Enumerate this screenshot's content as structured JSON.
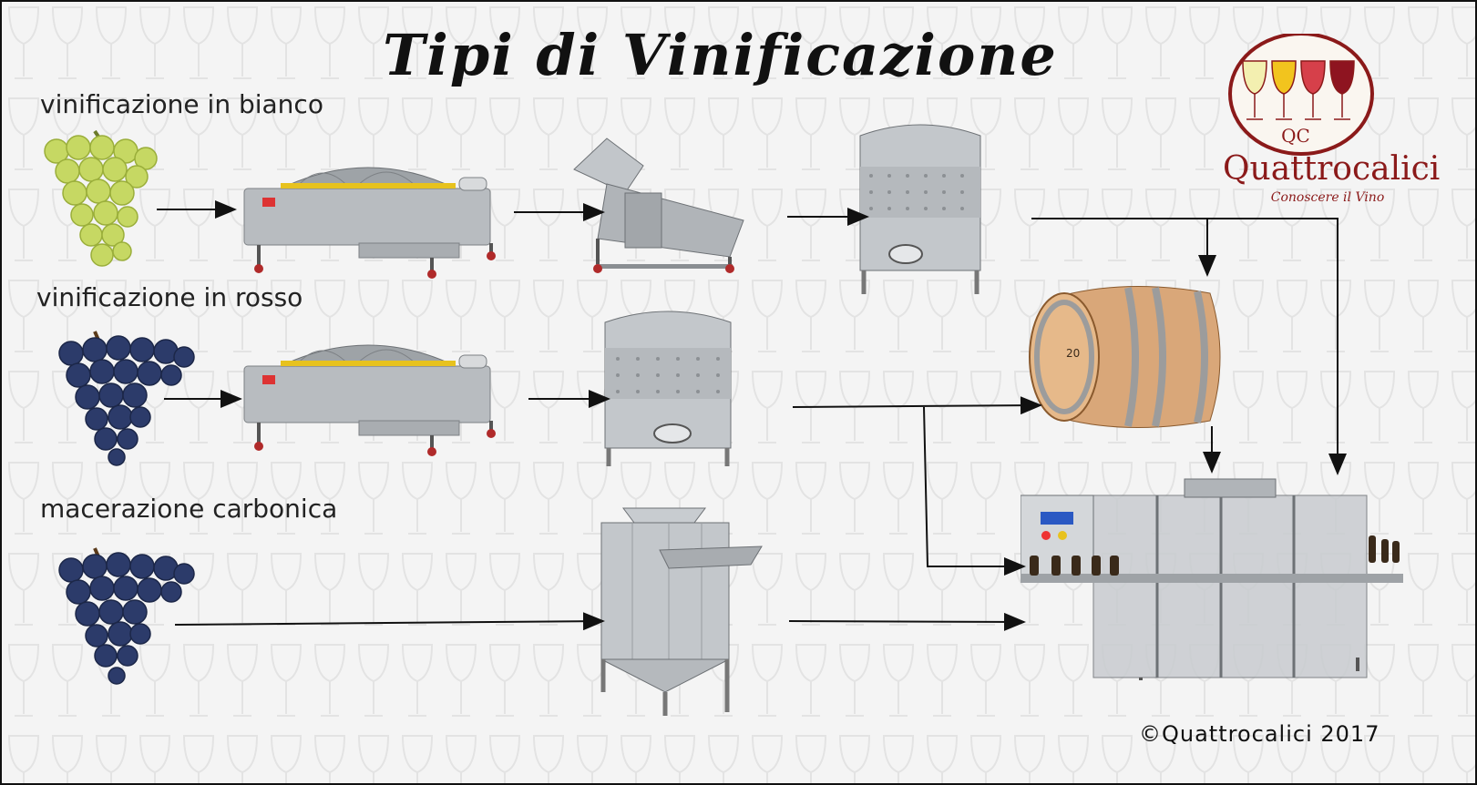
{
  "title": "Tipi di Vinificazione",
  "rows": [
    {
      "label": "vinificazione in bianco"
    },
    {
      "label": "vinificazione in rosso"
    },
    {
      "label": "macerazione carbonica"
    }
  ],
  "logo": {
    "initials": "QC",
    "name": "Quattrocalici",
    "tagline": "Conoscere il Vino",
    "glass_colors": [
      "#f3efb0",
      "#f2c41e",
      "#d6404a",
      "#8e1420"
    ],
    "accent": "#8b1a1a"
  },
  "barrel_number": "20",
  "copyright": "©Quattrocalici 2017",
  "colors": {
    "white_grape": "#c6d863",
    "red_grape": "#2c3b6a",
    "steel": "#b8bcc0",
    "wood": "#d9a779"
  }
}
